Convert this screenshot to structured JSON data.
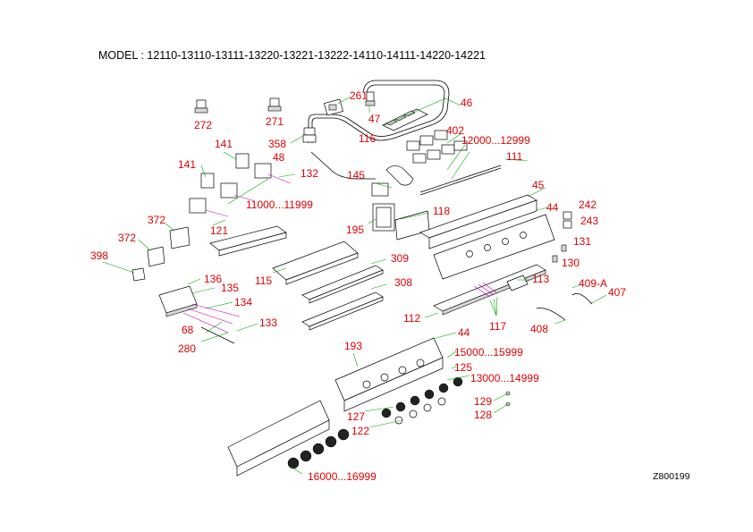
{
  "title": "MODEL : 12110-13110-13111-13220-13221-13222-14110-14111-14220-14221",
  "drawing_code": "Z800199",
  "labels": {
    "l261": "261",
    "l47": "47",
    "l46": "46",
    "l272": "272",
    "l271": "271",
    "l358": "358",
    "l116": "116",
    "l402": "402",
    "l12000": "12000...12999",
    "l141a": "141",
    "l48": "48",
    "l111": "111",
    "l141b": "141",
    "l132": "132",
    "l145": "145",
    "l11000": "11000...11999",
    "l45": "45",
    "l372a": "372",
    "l118": "118",
    "l44a": "44",
    "l242": "242",
    "l195": "195",
    "l243": "243",
    "l121": "121",
    "l372b": "372",
    "l131": "131",
    "l398": "398",
    "l309": "309",
    "l130": "130",
    "l115": "115",
    "l136": "136",
    "l308": "308",
    "l135": "135",
    "l113": "113",
    "l409a": "409-A",
    "l134": "134",
    "l407": "407",
    "l112": "112",
    "l117": "117",
    "l68": "68",
    "l133": "133",
    "l408": "408",
    "l280": "280",
    "l193": "193",
    "l44b": "44",
    "l15000": "15000...15999",
    "l125": "125",
    "l13000": "13000...14999",
    "l129": "129",
    "l127": "127",
    "l128": "128",
    "l122": "122",
    "l16000": "16000...16999"
  },
  "colors": {
    "label": "#e00000",
    "leader": "#00aa00",
    "wire": "#cc00cc"
  }
}
